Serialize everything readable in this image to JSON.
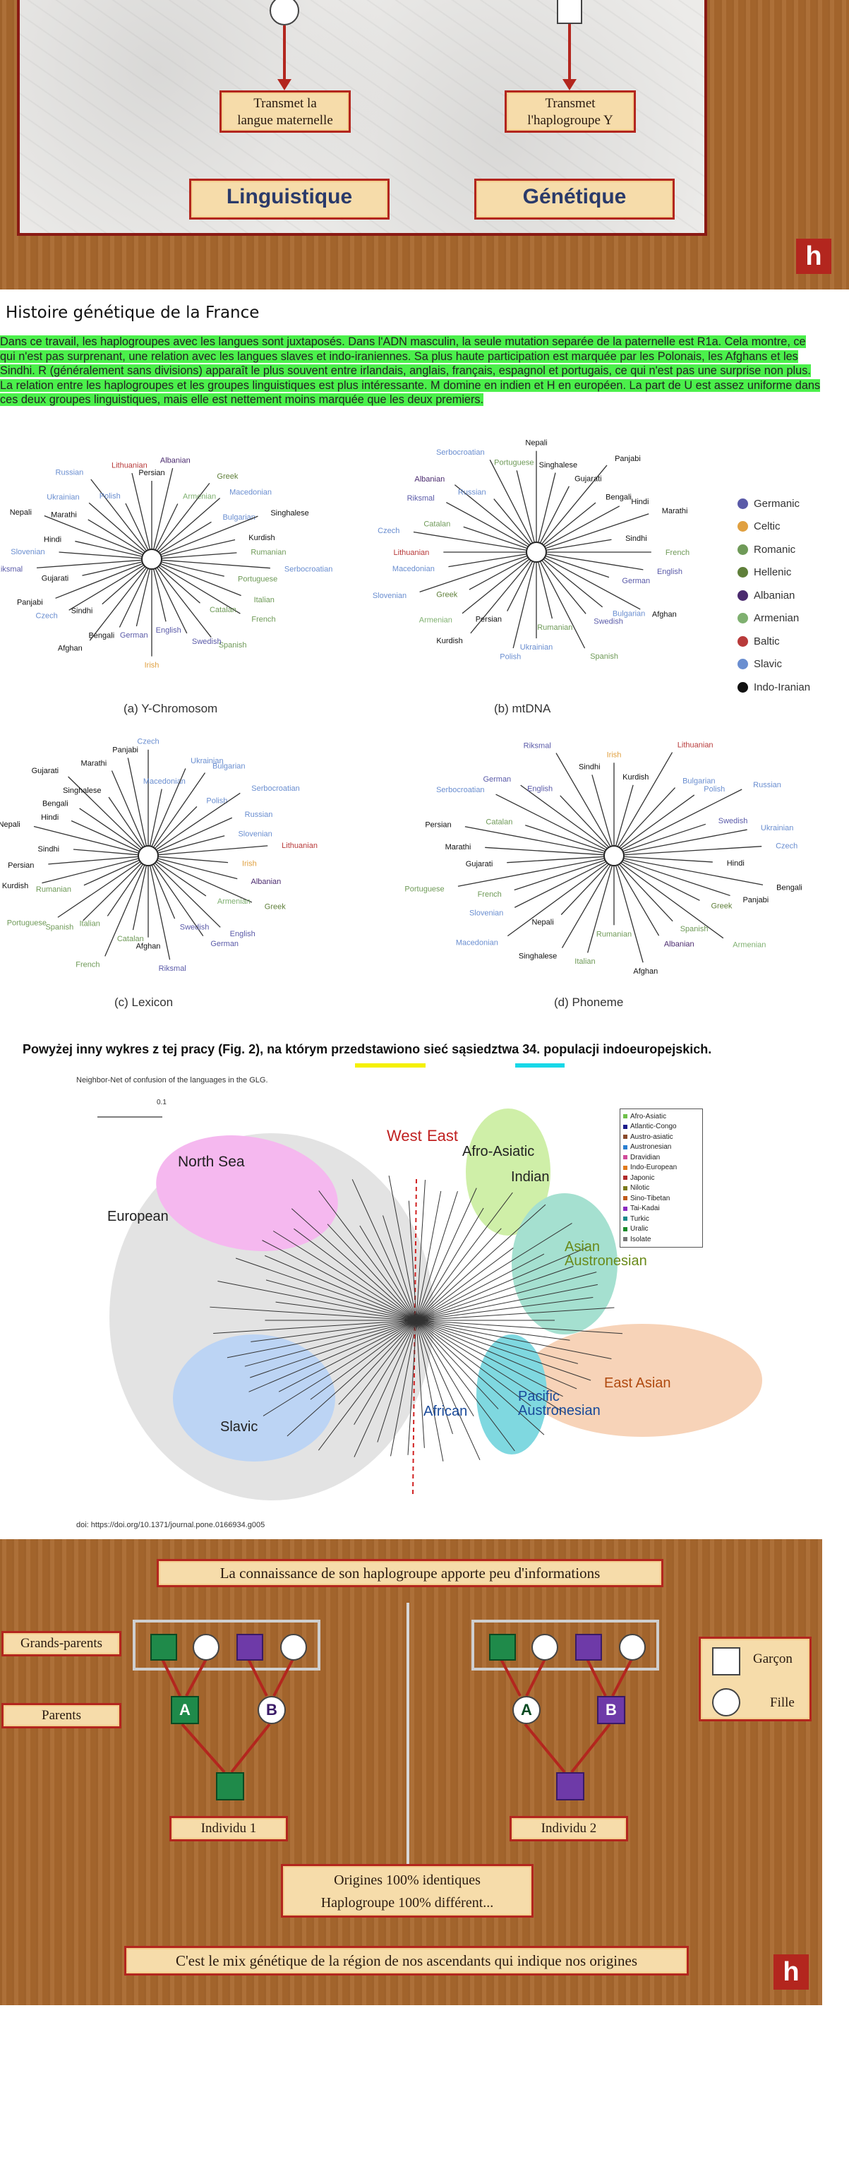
{
  "diagram1": {
    "left_box": "Transmet la\nlangue maternelle",
    "right_box": "Transmet\nl'haplogroupe Y",
    "left_title": "Linguistique",
    "right_title": "Génétique",
    "logo": "h"
  },
  "section_heading": "Histoire génétique de la France",
  "highlight_text": "Dans ce travail, les haplogroupes avec les langues sont juxtaposés. Dans l'ADN masculin, la seule mutation separée de la paternelle est R1a. Cela montre, ce qui n'est pas surprenant, une relation avec les langues slaves et indo-iraniennes. Sa plus haute participation est marquée par les Polonais, les Afghans et les Sindhi. R (généralement sans divisions) apparaît le plus souvent entre irlandais, anglais, français, espagnol et portugais, ce qui n'est pas une surprise non plus. La relation entre les haplogroupes et les groupes linguistiques est plus intéressante. M domine en indien et H en européen. La part de U est assez uniforme dans ces deux groupes linguistiques, mais elle est nettement moins marquée que les deux premiers.",
  "figure1": {
    "captions": [
      "(a) Y-Chromosom",
      "(b) mtDNA",
      "(c) Lexicon",
      "(d) Phoneme"
    ],
    "legend": [
      {
        "label": "Germanic",
        "color": "#5a5aa8"
      },
      {
        "label": "Celtic",
        "color": "#e0a040"
      },
      {
        "label": "Romanic",
        "color": "#6f9a58"
      },
      {
        "label": "Hellenic",
        "color": "#5f7f3a"
      },
      {
        "label": "Albanian",
        "color": "#4a2a6e"
      },
      {
        "label": "Armenian",
        "color": "#7fb070"
      },
      {
        "label": "Baltic",
        "color": "#b83a3a"
      },
      {
        "label": "Slavic",
        "color": "#6a8ed0"
      },
      {
        "label": "Indo-Iranian",
        "color": "#111111"
      }
    ],
    "panel_a_labels": [
      "Persian",
      "Albanian",
      "Armenian",
      "Greek",
      "Macedonian",
      "Bulgarian",
      "Singhalese",
      "Kurdish",
      "Rumanian",
      "Serbocroatian",
      "Portuguese",
      "Italian",
      "French",
      "Catalan",
      "Spanish",
      "Swedish",
      "English",
      "Irish",
      "German",
      "Bengali",
      "Afghan",
      "Sindhi",
      "Czech",
      "Panjabi",
      "Gujarati",
      "Riksmal",
      "Slovenian",
      "Hindi",
      "Nepali",
      "Marathi",
      "Ukrainian",
      "Russian",
      "Polish",
      "Lithuanian"
    ],
    "panel_b_labels": [
      "Nepali",
      "Singhalese",
      "Gujarati",
      "Panjabi",
      "Bengali",
      "Hindi",
      "Marathi",
      "Sindhi",
      "French",
      "English",
      "German",
      "Afghan",
      "Bulgarian",
      "Swedish",
      "Spanish",
      "Rumanian",
      "Ukrainian",
      "Polish",
      "Persian",
      "Kurdish",
      "Armenian",
      "Greek",
      "Slovenian",
      "Macedonian",
      "Lithuanian",
      "Czech",
      "Catalan",
      "Riksmal",
      "Albanian",
      "Russian",
      "Serbocroatian",
      "Portuguese"
    ],
    "panel_c_labels": [
      "Czech",
      "Macedonian",
      "Ukrainian",
      "Bulgarian",
      "Polish",
      "Serbocroatian",
      "Russian",
      "Slovenian",
      "Lithuanian",
      "Irish",
      "Albanian",
      "Greek",
      "Armenian",
      "English",
      "German",
      "Swedish",
      "Riksmal",
      "Afghan",
      "Catalan",
      "French",
      "Italian",
      "Spanish",
      "Portuguese",
      "Rumanian",
      "Kurdish",
      "Persian",
      "Sindhi",
      "Nepali",
      "Hindi",
      "Bengali",
      "Gujarati",
      "Singhalese",
      "Marathi",
      "Panjabi"
    ],
    "panel_d_labels": [
      "Irish",
      "Kurdish",
      "Lithuanian",
      "Bulgarian",
      "Polish",
      "Russian",
      "Swedish",
      "Ukrainian",
      "Czech",
      "Hindi",
      "Bengali",
      "Panjabi",
      "Greek",
      "Armenian",
      "Spanish",
      "Albanian",
      "Afghan",
      "Rumanian",
      "Italian",
      "Singhalese",
      "Nepali",
      "Macedonian",
      "Slovenian",
      "French",
      "Portuguese",
      "Gujarati",
      "Marathi",
      "Persian",
      "Catalan",
      "Serbocroatian",
      "German",
      "English",
      "Riksmal",
      "Sindhi"
    ]
  },
  "polish_sentence": "Powyżej inny wykres z tej pracy (Fig. 2), na którym przedstawiono sieć sąsiedztwa 34. populacji indoeuropejskich.",
  "figure2": {
    "title": "Neighbor-Net of confusion of the languages in the GLG.",
    "scale": "0.1",
    "west": "West",
    "east": "East",
    "groups": [
      "North Sea",
      "European",
      "Slavic",
      "Afro-Asiatic",
      "Indian",
      "Asian\nAustronesian",
      "African",
      "Pacific\nAustronesian",
      "East Asian"
    ],
    "legend": [
      {
        "label": "Afro-Asiatic",
        "color": "#6fc04a"
      },
      {
        "label": "Atlantic-Congo",
        "color": "#1a1a8a"
      },
      {
        "label": "Austro-asiatic",
        "color": "#8a4a2a"
      },
      {
        "label": "Austronesian",
        "color": "#2a7fd0"
      },
      {
        "label": "Dravidian",
        "color": "#d04a9a"
      },
      {
        "label": "Indo-European",
        "color": "#e07a1a"
      },
      {
        "label": "Japonic",
        "color": "#b02a2a"
      },
      {
        "label": "Nilotic",
        "color": "#7a7a1a"
      },
      {
        "label": "Sino-Tibetan",
        "color": "#c05a1a"
      },
      {
        "label": "Tai-Kadai",
        "color": "#8a2ac0"
      },
      {
        "label": "Turkic",
        "color": "#1a8a8a"
      },
      {
        "label": "Uralic",
        "color": "#1a8a2a"
      },
      {
        "label": "Isolate",
        "color": "#777777"
      }
    ],
    "doi": "doi: https://doi.org/10.1371/journal.pone.0166934.g005"
  },
  "diagram2": {
    "title": "La connaissance de son haplogroupe apporte peu d'informations",
    "grands_parents": "Grands-parents",
    "parents": "Parents",
    "letter_a": "A",
    "letter_b": "B",
    "individu1": "Individu 1",
    "individu2": "Individu 2",
    "garcon": "Garçon",
    "fille": "Fille",
    "origins_line1": "Origines 100% identiques",
    "origins_line2": "Haplogroupe 100% différent...",
    "bottom": "C'est le mix génétique de la région de nos ascendants qui indique nos origines",
    "logo": "h"
  }
}
